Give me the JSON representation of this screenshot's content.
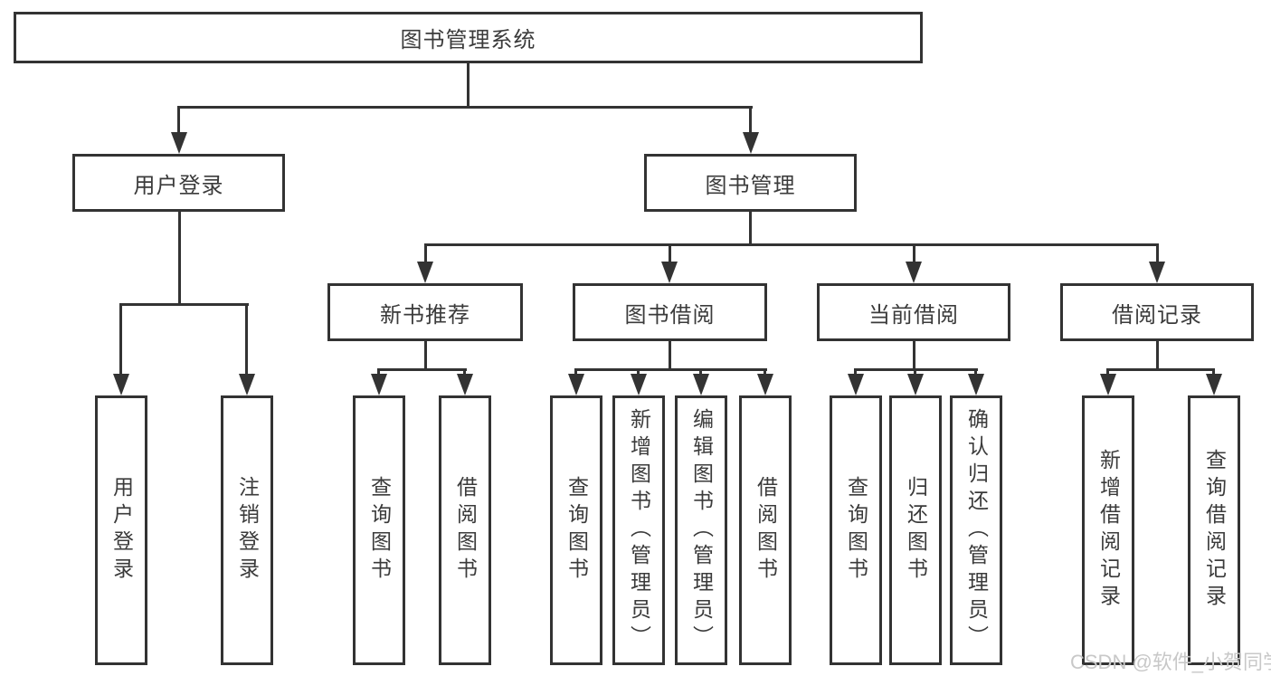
{
  "diagram": {
    "title": "图书管理系统",
    "level2": {
      "user_login": "用户登录",
      "book_management": "图书管理"
    },
    "level3": {
      "new_book_recommend": "新书推荐",
      "book_borrow": "图书借阅",
      "current_borrow": "当前借阅",
      "borrow_records": "借阅记录"
    },
    "leaves": {
      "user_login": "用户登录",
      "logout": "注销登录",
      "rec_query_book": "查询图书",
      "rec_borrow_book": "借阅图书",
      "borrow_query_book": "查询图书",
      "borrow_add_book": "新增图书（管理员）",
      "borrow_edit_book": "编辑图书（管理员）",
      "borrow_borrow_book": "借阅图书",
      "current_query_book": "查询图书",
      "current_return_book": "归还图书",
      "current_confirm_return": "确认归还（管理员）",
      "record_add": "新增借阅记录",
      "record_query": "查询借阅记录"
    },
    "watermark": "CSDN @软件_小贺同学"
  }
}
